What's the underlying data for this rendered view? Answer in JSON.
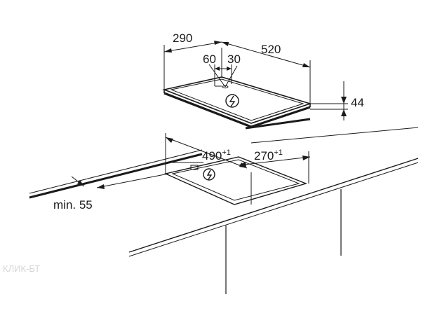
{
  "diagram": {
    "dimensions": {
      "width_depth": "290",
      "width_length": "520",
      "connector_offset_left": "60",
      "connector_offset_right": "30",
      "height": "44",
      "cutout_length": "490",
      "cutout_length_tolerance": "+1",
      "cutout_depth": "270",
      "cutout_depth_tolerance": "+1",
      "min_distance": "min. 55"
    },
    "watermark": "КЛИК-БТ",
    "colors": {
      "line": "#1a1a1a",
      "watermark": "#d6d6d6"
    }
  }
}
